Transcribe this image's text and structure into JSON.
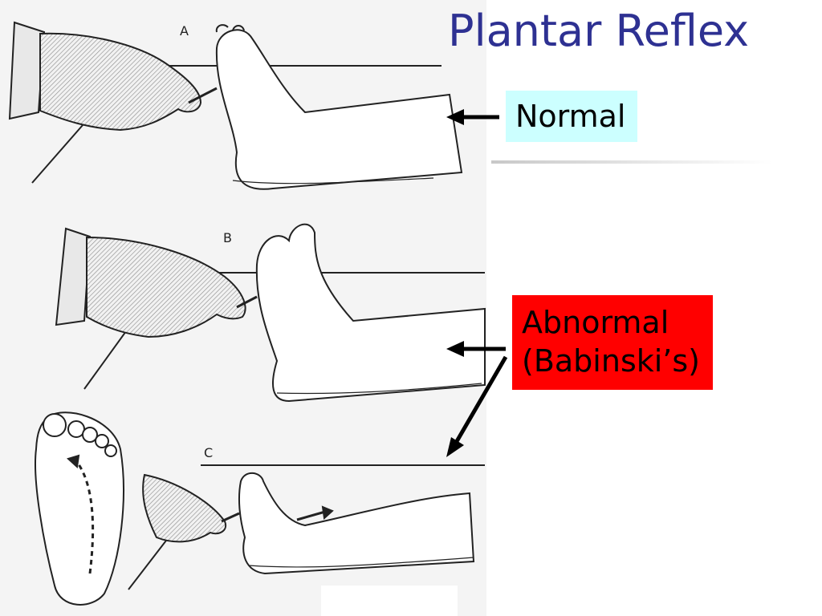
{
  "slide": {
    "title": "Plantar Reflex"
  },
  "panels": [
    {
      "letter": "A"
    },
    {
      "letter": "B"
    },
    {
      "letter": "C"
    }
  ],
  "labels": {
    "normal": "Normal",
    "abnormal_line1": "Abnormal",
    "abnormal_line2": "(Babinski’s)"
  },
  "colors": {
    "title": "#2e3192",
    "normal_bg": "#ccffff",
    "abnormal_bg": "#ff0000"
  }
}
